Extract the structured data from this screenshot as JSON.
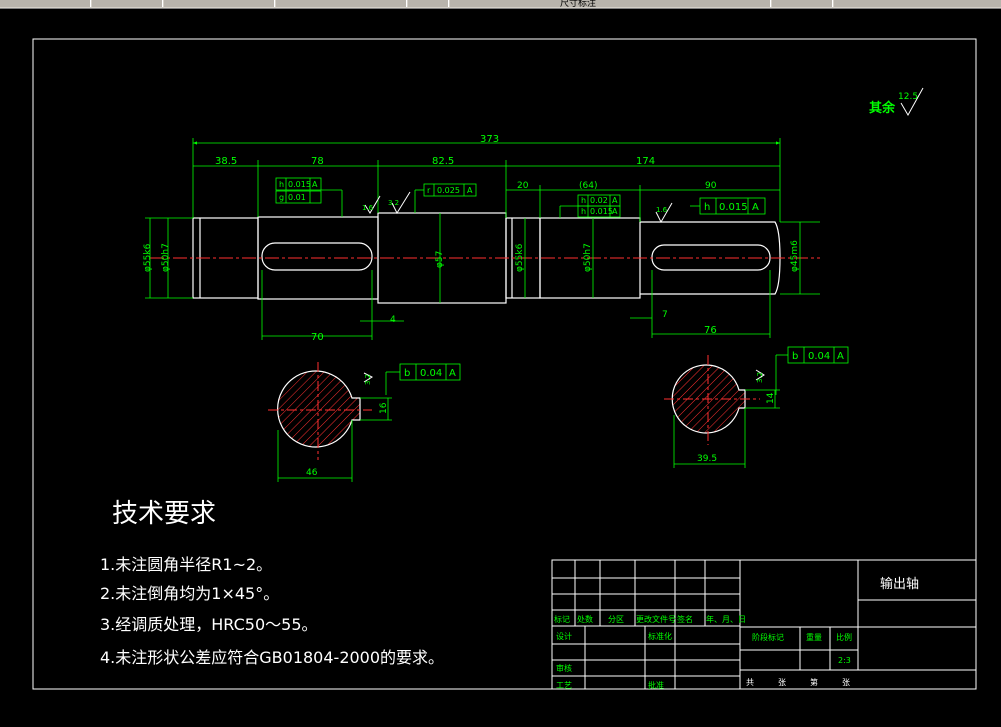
{
  "toolbar": {
    "label": "尺寸标注"
  },
  "drawing": {
    "roughness_note": {
      "prefix": "其余",
      "value": "12.5"
    },
    "overall_length": "373",
    "dims_top": [
      "38.5",
      "78",
      "82.5",
      "174"
    ],
    "dims_right": [
      "20",
      "(64)",
      "90"
    ],
    "dims_bottom": [
      "70",
      "4",
      "7",
      "76"
    ],
    "dias": [
      "φ55k6",
      "φ50h7",
      "φ57",
      "φ55k6",
      "φ50h7",
      "φ45m6"
    ],
    "roughness_marks": [
      "1.6",
      "3.2",
      "1.6",
      "3.2",
      "3.2"
    ],
    "tolerance_frames": {
      "left": [
        [
          "h",
          "0.015",
          "A"
        ],
        [
          "g",
          "0.01",
          ""
        ]
      ],
      "mid": [
        "r",
        "0.025",
        "A"
      ],
      "rightstack": [
        [
          "h",
          "0.02",
          "A"
        ],
        [
          "h",
          "0.015",
          "A"
        ]
      ],
      "right": [
        "h",
        "0.015",
        "A"
      ],
      "section_left": [
        "b",
        "0.04",
        "A"
      ],
      "section_right": [
        "b",
        "0.04",
        "A"
      ]
    },
    "section_dims": [
      "16",
      "46",
      "14",
      "39.5"
    ]
  },
  "tech_requirements": {
    "title": "技术要求",
    "items": [
      "1.未注圆角半径R1~2。",
      "2.未注倒角均为1×45°。",
      "3.经调质处理，HRC50～55。",
      "4.未注形状公差应符合GB01804-2000的要求。"
    ]
  },
  "title_block": {
    "part_name": "输出轴",
    "header_labels": [
      "标记",
      "处数",
      "分区",
      "更改文件号",
      "签名",
      "年、月、日"
    ],
    "row_labels": [
      "设计",
      "标准化",
      "审核",
      "工艺",
      "批准"
    ],
    "stage_label": "阶段标记",
    "weight_label": "重量",
    "scale_label": "比例",
    "scale_value": "2:3",
    "sheet_labels": [
      "共",
      "张",
      "第",
      "张"
    ]
  }
}
